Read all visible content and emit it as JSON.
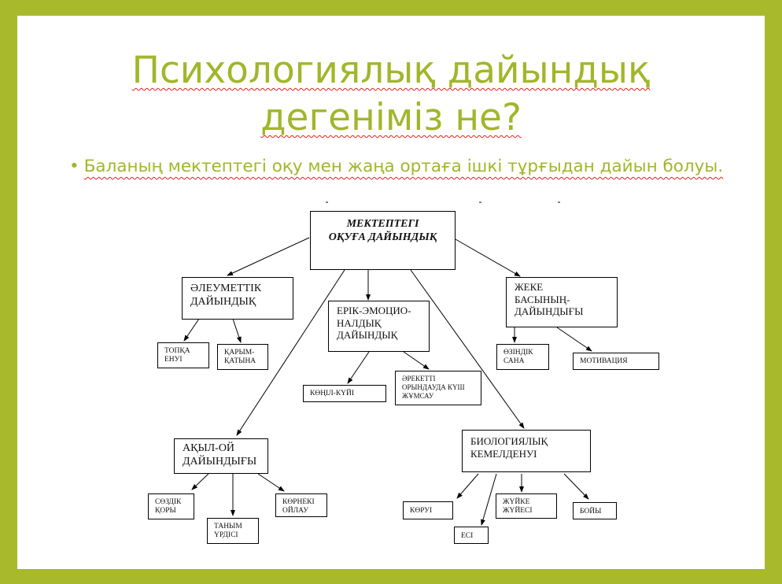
{
  "colors": {
    "frame": "#a8ba2c",
    "title": "#a2b62b"
  },
  "title": {
    "line1": "Психологиялық дайындық",
    "line2": "дегеніміз не?"
  },
  "bullet": "Баланың мектептегі оқу мен жаңа ортаға ішкі тұрғыдан дайын болуы.",
  "diagram": {
    "root": {
      "line1": "МЕКТЕПТЕГІ",
      "line2": "ОҚУҒА ДАЙЫНДЫҚ"
    },
    "social": {
      "line1": "ӘЛЕУМЕТТІК",
      "line2": "ДАЙЫНДЫҚ",
      "children": [
        {
          "line1": "ТОПҚА",
          "line2": "ЕНУІ"
        },
        {
          "line1": "ҚАРЫМ-",
          "line2": "ҚАТЫНА"
        }
      ]
    },
    "will": {
      "line1": "ЕРІК-ЭМОЦИО-",
      "line2": "НАЛДЫҚ",
      "line3": "ДАЙЫНДЫҚ",
      "children": [
        {
          "line1": "КӨҢІЛ-КҮЙІ"
        },
        {
          "line1": "ӘРЕКЕТТІ",
          "line2": "ОРЫНДАУДА КҮШ",
          "line3": "ЖҰМСАУ"
        }
      ]
    },
    "personal": {
      "line1": "ЖЕКЕ",
      "line2": "БАСЫНЫҢ-",
      "line3": "ДАЙЫНДЫҒЫ",
      "children": [
        {
          "line1": "ӨЗІНДІК",
          "line2": "САНА"
        },
        {
          "line1": "МОТИВАЦИЯ"
        }
      ]
    },
    "mental": {
      "line1": "АҚЫЛ-ОЙ",
      "line2": "ДАЙЫНДЫҒЫ",
      "children": [
        {
          "line1": "СӨЗДІК",
          "line2": "ҚОРЫ"
        },
        {
          "line1": "ТАНЫМ",
          "line2": "ҮРДІСІ"
        },
        {
          "line1": "КӨРНЕКІ",
          "line2": "ОЙЛАУ"
        }
      ]
    },
    "bio": {
      "line1": "БИОЛОГИЯЛЫҚ",
      "line2": "КЕМЕЛДЕНУІ",
      "children": [
        {
          "line1": "КӨРУІ"
        },
        {
          "line1": "ЕСІ"
        },
        {
          "line1": "ЖҮЙКЕ",
          "line2": "ЖҮЙЕСІ"
        },
        {
          "line1": "БОЙЫ"
        }
      ]
    }
  }
}
